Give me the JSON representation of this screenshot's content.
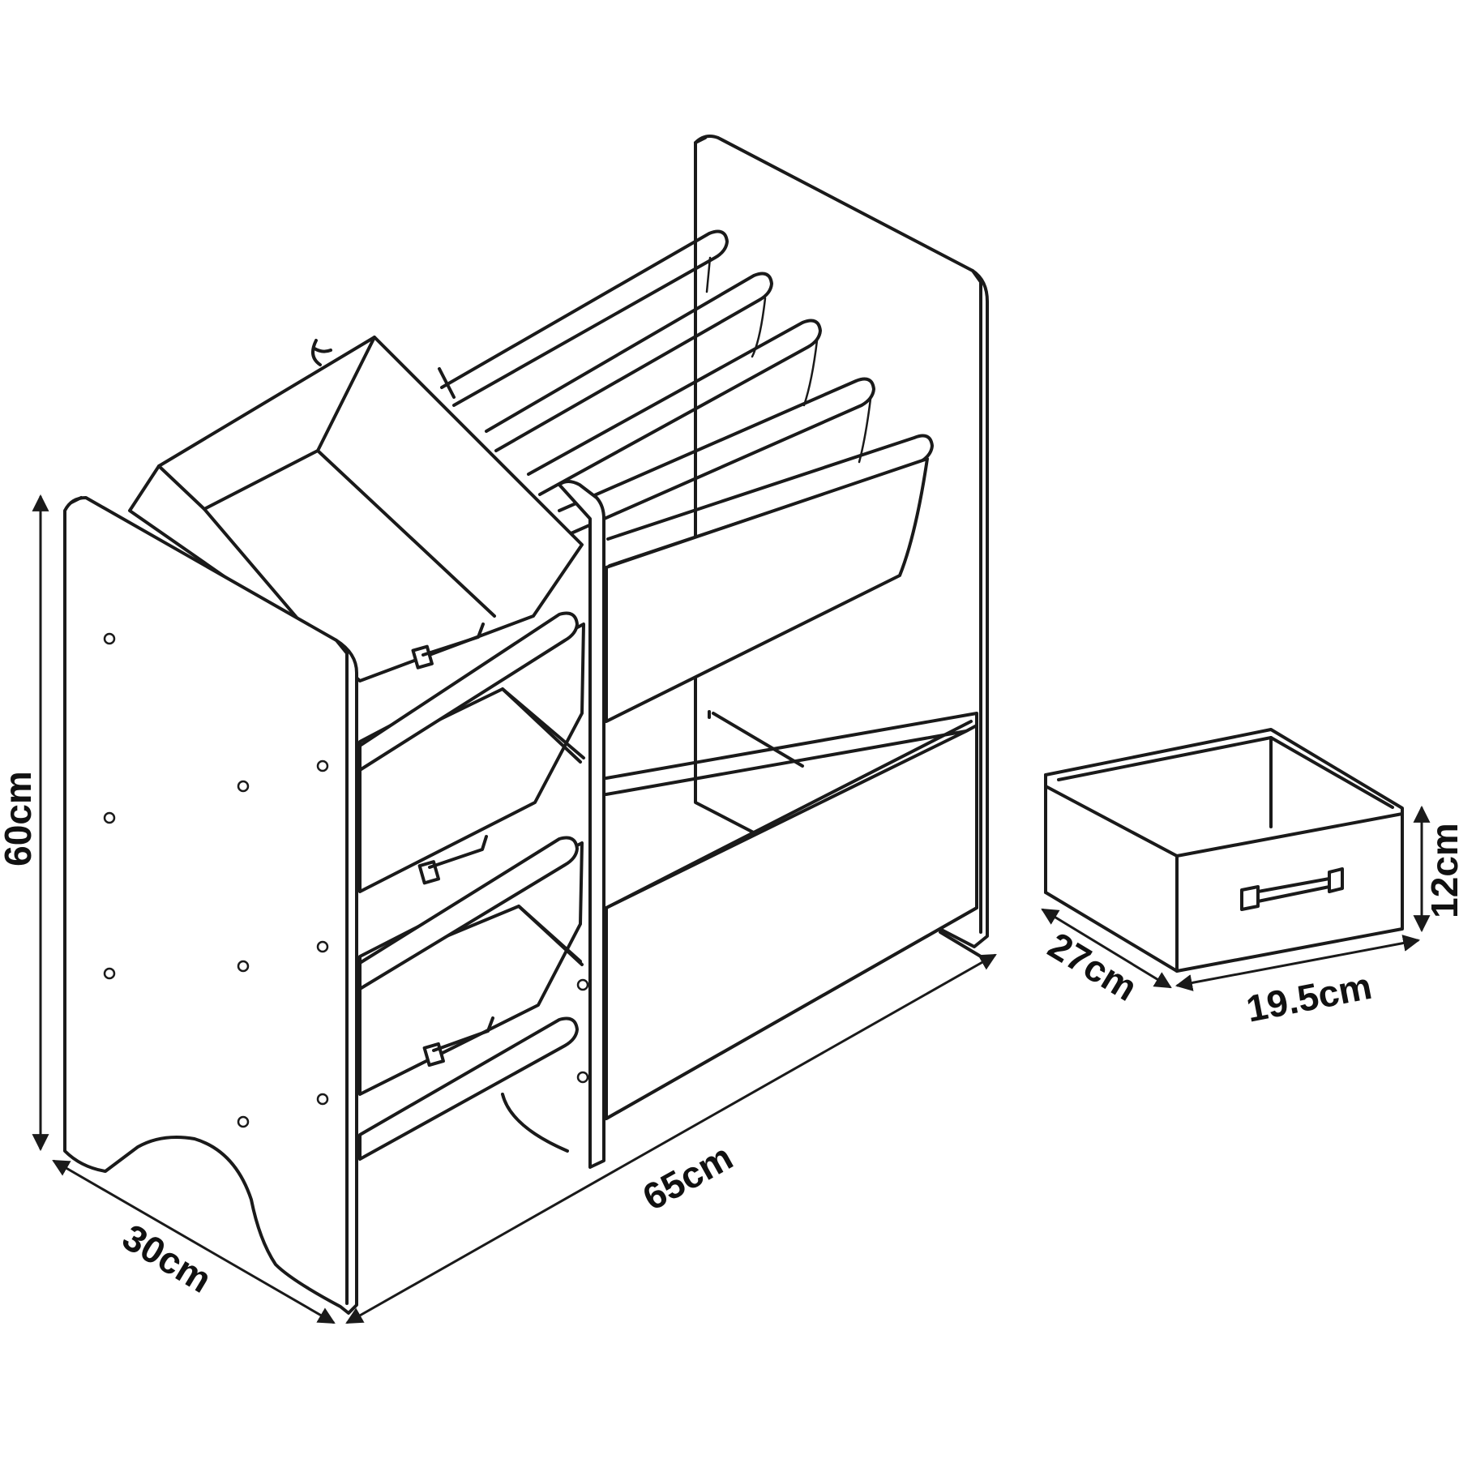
{
  "diagram": {
    "line_color": "#1a1a1a",
    "background": "#ffffff",
    "shelf": {
      "height_label": "60cm",
      "depth_label": "30cm",
      "width_label": "65cm"
    },
    "bin": {
      "height_label": "12cm",
      "depth_label": "27cm",
      "width_label": "19.5cm"
    }
  }
}
